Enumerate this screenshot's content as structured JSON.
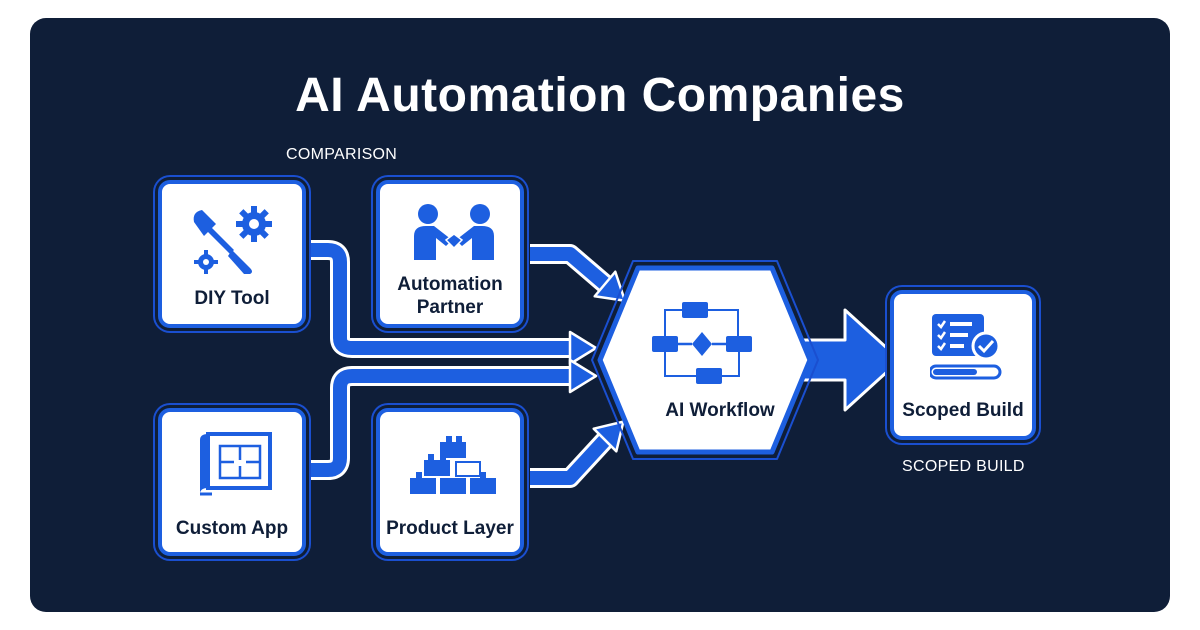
{
  "title": "AI Automation Companies",
  "captions": {
    "comparison": "COMPARISON",
    "scoped_build": "SCOPED BUILD"
  },
  "nodes": {
    "diy_tool": {
      "label": "DIY Tool",
      "icon": "wrench-gears-icon"
    },
    "automation_partner": {
      "label_line1": "Automation",
      "label_line2": "Partner",
      "icon": "handshake-icon"
    },
    "custom_app": {
      "label": "Custom App",
      "icon": "blueprint-icon"
    },
    "product_layer": {
      "label": "Product Layer",
      "icon": "blocks-icon"
    },
    "ai_workflow": {
      "label": "AI Workflow",
      "icon": "workflow-icon"
    },
    "scoped_build": {
      "label": "Scoped Build",
      "icon": "checklist-icon"
    }
  },
  "colors": {
    "background": "#0f1e38",
    "accent": "#1d5fe0",
    "card": "#ffffff"
  }
}
